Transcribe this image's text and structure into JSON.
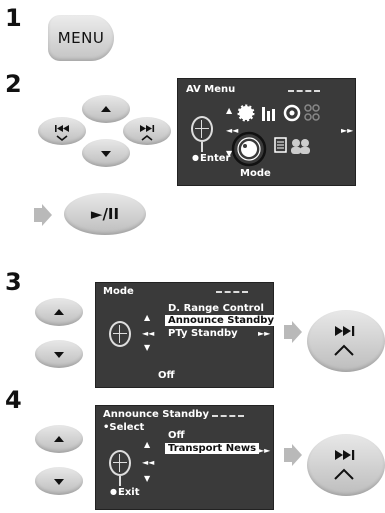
{
  "steps": {
    "s1": "1",
    "s2": "2",
    "s3": "3",
    "s4": "4"
  },
  "buttons": {
    "menu_label": "MENU",
    "play_pause_label": "►/II",
    "up_icon": "up-triangle-icon",
    "down_icon": "down-triangle-icon",
    "prev_icon": "skip-previous-icon",
    "next_icon": "skip-next-icon"
  },
  "av_menu": {
    "title": "AV Menu",
    "enter_label": "Enter",
    "selected_item": "Mode"
  },
  "mode_screen": {
    "title": "Mode",
    "items": [
      "D. Range Control",
      "Announce Standby",
      "PTy Standby"
    ],
    "selected_index": 1,
    "value": "Off"
  },
  "announce_screen": {
    "title": "Announce Standby",
    "select_label": "•Select",
    "exit_label": "Exit",
    "options": [
      "Off",
      "Transport News"
    ],
    "selected_index": 1
  }
}
